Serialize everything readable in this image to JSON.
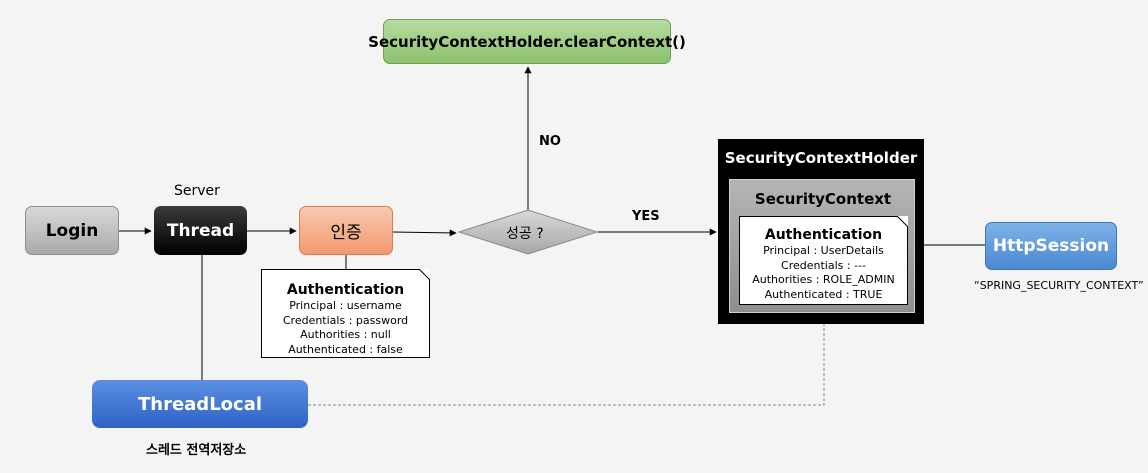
{
  "nodes": {
    "clear_context": "SecurityContextHolder.clearContext()",
    "login": "Login",
    "server_label": "Server",
    "thread": "Thread",
    "auth_step": "인증",
    "decision": "성공 ?",
    "holder_title": "SecurityContextHolder",
    "context_title": "SecurityContext",
    "http_session": "HttpSession",
    "session_key": "“SPRING_SECURITY_CONTEXT”",
    "thread_local": "ThreadLocal",
    "thread_local_caption": "스레드 전역저장소"
  },
  "edges": {
    "no_label": "NO",
    "yes_label": "YES"
  },
  "auth_before": {
    "title": "Authentication",
    "lines": [
      "Principal : username",
      "Credentials : password",
      "Authorities : null",
      "Authenticated : false"
    ]
  },
  "auth_after": {
    "title": "Authentication",
    "lines": [
      "Principal : UserDetails",
      "Credentials : ---",
      "Authorities : ROLE_ADMIN",
      "Authenticated : TRUE"
    ]
  }
}
